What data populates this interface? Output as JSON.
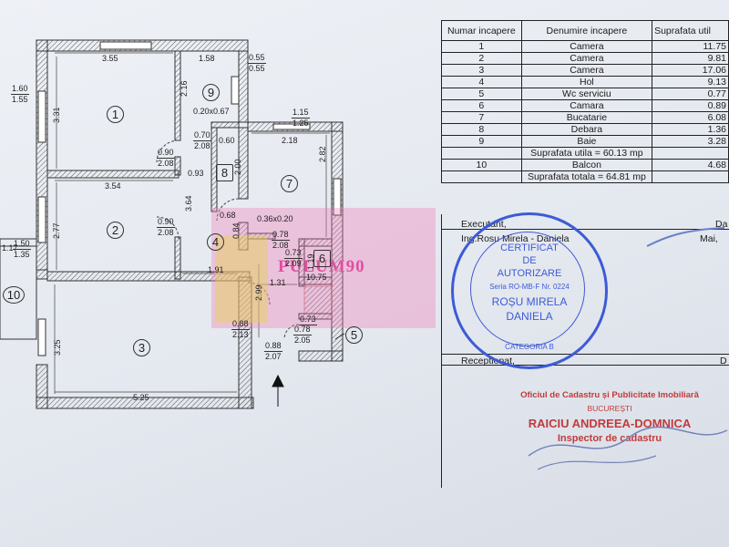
{
  "plan": {
    "rooms": [
      {
        "n": "1"
      },
      {
        "n": "2"
      },
      {
        "n": "3"
      },
      {
        "n": "4"
      },
      {
        "n": "7"
      },
      {
        "n": "8"
      },
      {
        "n": "9"
      },
      {
        "n": "6"
      },
      {
        "n": "5"
      },
      {
        "n": "10"
      }
    ],
    "dims": {
      "d355": "3.55",
      "d158": "1.58",
      "d055a": "0.55",
      "d055b": "0.55",
      "d160": "1.60",
      "d155": "1.55",
      "d331": "3.31",
      "d216": "2.16",
      "d020x067": "0.20x0.67",
      "d115": "1.15",
      "d125": "1.25",
      "d218": "2.18",
      "d282": "2.82",
      "d070": "0.70",
      "d208a": "2.08",
      "d060": "0.60",
      "d200": "2.00",
      "d090a": "0.90",
      "d208b": "2.08",
      "d093": "0.93",
      "d354": "3.54",
      "d364": "3.64",
      "d277": "2.77",
      "d090b": "0.90",
      "d208c": "2.08",
      "d068": "0.68",
      "d084": "0.84",
      "d036x020": "0.36x0.20",
      "d078a": "0.78",
      "d208d": "2.08",
      "d073a": "0.73",
      "d209": "2.09",
      "d119": "1.19",
      "d075": "10.75",
      "d117": "1.17",
      "d150": "1.50",
      "d135": "1.35",
      "d191": "1.91",
      "d131": "1.31",
      "d299": "2.99",
      "d088a": "0.88",
      "d213": "2.13",
      "d073b": "0.73",
      "d078b": "0.78",
      "d205": "2.05",
      "d088b": "0.88",
      "d207": "2.07",
      "d325": "3.25",
      "d525": "5.25"
    },
    "watermark": "PULUM90"
  },
  "table": {
    "headers": [
      "Numar incapere",
      "Denumire incapere",
      "Suprafata util"
    ],
    "rows": [
      [
        "1",
        "Camera",
        "11.75"
      ],
      [
        "2",
        "Camera",
        "9.81"
      ],
      [
        "3",
        "Camera",
        "17.06"
      ],
      [
        "4",
        "Hol",
        "9.13"
      ],
      [
        "5",
        "Wc serviciu",
        "0.77"
      ],
      [
        "6",
        "Camara",
        "0.89"
      ],
      [
        "7",
        "Bucatarie",
        "6.08"
      ],
      [
        "8",
        "Debara",
        "1.36"
      ],
      [
        "9",
        "Baie",
        "3.28"
      ]
    ],
    "util_total": "Suprafata utila = 60.13 mp",
    "balcon": [
      "10",
      "Balcon",
      "4.68"
    ],
    "grand_total": "Suprafata totala = 64.81 mp"
  },
  "signoff": {
    "executant": "Executant,",
    "executant_name": "Ing.Rosu Mirela - Daniela",
    "col_da": "Da",
    "col_mai": "Mai,",
    "receptionat": "Receptionat,",
    "col_d": "D"
  },
  "stamp": {
    "line1": "CERTIFICAT",
    "line2": "DE",
    "line3": "AUTORIZARE",
    "line4": "Seria RO-MB-F Nr. 0224",
    "line5": "ROȘU MIRELA",
    "line6": "DANIELA",
    "line7": "CATEGORIA B"
  },
  "ocpi": {
    "line1": "Oficiul de Cadastru și Publicitate Imobiliară",
    "line2": "BUCUREȘTI",
    "line3": "RAICIU ANDREEA-DOMNICA",
    "line4": "Inspector de cadastru"
  }
}
